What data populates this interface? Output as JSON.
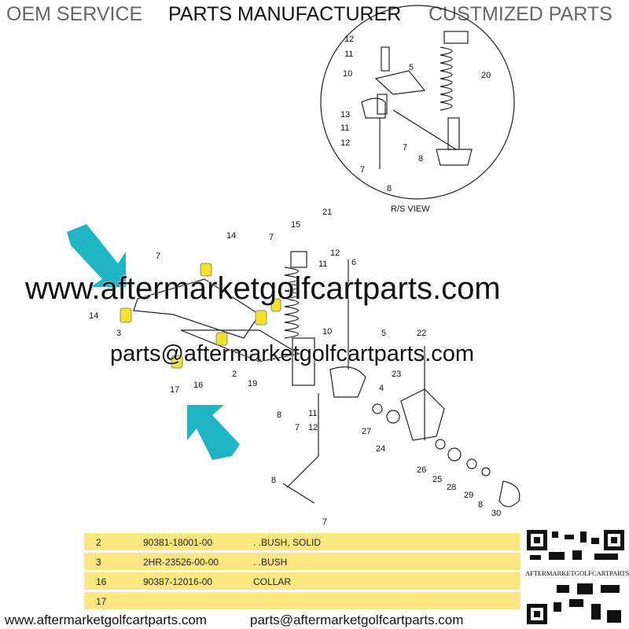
{
  "header": {
    "left": "OEM SERVICE",
    "center": "PARTS MANUFACTURER",
    "right": "CUSTMIZED PARTS"
  },
  "inset": {
    "caption": "R/S VIEW",
    "callouts": [
      "12",
      "11",
      "10",
      "5",
      "20",
      "13",
      "11",
      "12",
      "7",
      "8",
      "7",
      "8"
    ]
  },
  "callouts": [
    "21",
    "7",
    "15",
    "14",
    "12",
    "11",
    "6",
    "7",
    "14",
    "3",
    "10",
    "5",
    "2",
    "22",
    "23",
    "19",
    "4",
    "16",
    "17",
    "8",
    "11",
    "7",
    "12",
    "27",
    "24",
    "26",
    "25",
    "28",
    "29",
    "8",
    "30",
    "8",
    "7"
  ],
  "watermark": {
    "main": "www.aftermarketgolfcartparts.com",
    "email": "parts@aftermarketgolfcartparts.com",
    "footer_site": "www.aftermarketgolfcartparts.com"
  },
  "parts_table": [
    {
      "ref": "2",
      "part_no": "90381-18001-00",
      "desc": ". .BUSH, SOLID"
    },
    {
      "ref": "3",
      "part_no": "2HR-23526-00-00",
      "desc": ". .BUSH"
    },
    {
      "ref": "16",
      "part_no": "90387-12016-00",
      "desc": "COLLAR"
    },
    {
      "ref": "17",
      "part_no": "",
      "desc": ""
    }
  ],
  "qr": {
    "label": "AFTERMARKETGOLFCARTPARTS"
  },
  "colors": {
    "arrow": "#1fb5c4",
    "highlight": "#fbe680",
    "bush": "#f2e22a"
  }
}
